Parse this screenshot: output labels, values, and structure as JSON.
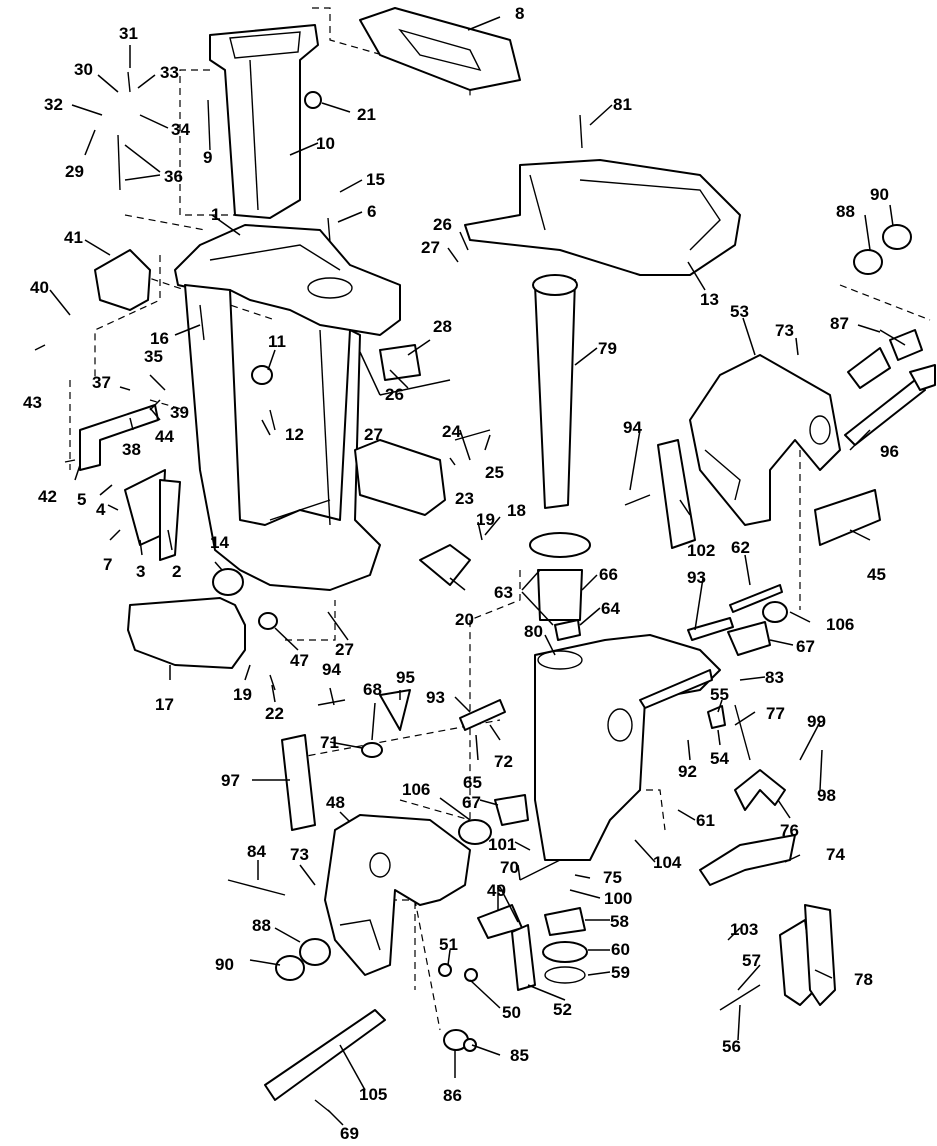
{
  "colors": {
    "ink": "#000000",
    "paper": "#ffffff"
  },
  "labels": [
    "1",
    "2",
    "3",
    "4",
    "5",
    "6",
    "7",
    "8",
    "9",
    "10",
    "11",
    "12",
    "13",
    "14",
    "15",
    "16",
    "17",
    "19",
    "19",
    "20",
    "21",
    "22",
    "23",
    "24",
    "25",
    "26",
    "26",
    "27",
    "27",
    "27",
    "28",
    "29",
    "30",
    "31",
    "32",
    "33",
    "34",
    "35",
    "36",
    "37",
    "38",
    "39",
    "40",
    "41",
    "42",
    "43",
    "44",
    "45",
    "47",
    "48",
    "49",
    "50",
    "51",
    "52",
    "53",
    "54",
    "55",
    "56",
    "57",
    "58",
    "59",
    "60",
    "61",
    "62",
    "63",
    "64",
    "65",
    "66",
    "67",
    "67",
    "68",
    "69",
    "70",
    "71",
    "72",
    "73",
    "73",
    "74",
    "75",
    "76",
    "77",
    "78",
    "79",
    "80",
    "81",
    "83",
    "84",
    "85",
    "86",
    "87",
    "88",
    "88",
    "90",
    "90",
    "92",
    "93",
    "93",
    "94",
    "94",
    "95",
    "96",
    "97",
    "98",
    "99",
    "100",
    "101",
    "102",
    "103",
    "104",
    "105",
    "106",
    "106",
    "18"
  ]
}
